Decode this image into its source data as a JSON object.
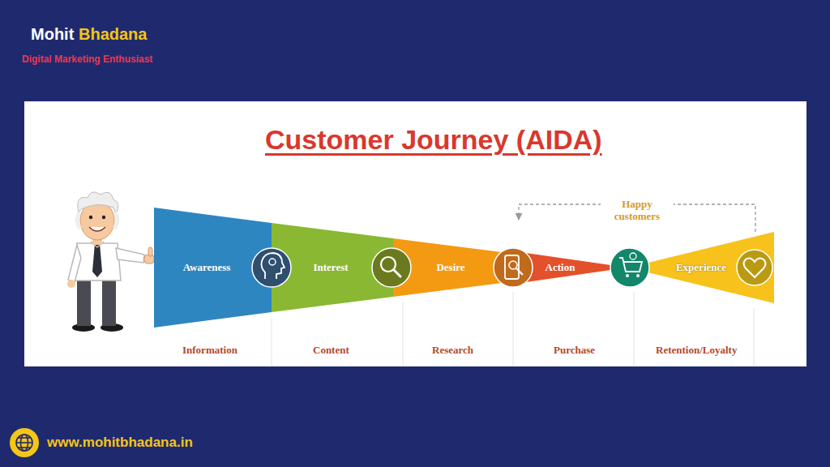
{
  "diagram": {
    "title": "Customer Journey (AIDA)",
    "nodes": [
      {
        "text": [
          "Awareness"
        ]
      },
      {
        "text": [
          "Interest"
        ]
      },
      {
        "text": [
          "Desire"
        ]
      },
      {
        "text": [
          "Action"
        ]
      },
      {
        "text": [
          "Experience"
        ]
      }
    ],
    "edges": [
      {
        "from": 4,
        "to": 3,
        "arrow": "to",
        "label": "Happy customers"
      }
    ],
    "labels": [
      "Mohit",
      "Bhadana",
      "Digital Marketing Enthusiast",
      "Information",
      "Content",
      "Research",
      "Purchase",
      "Retention/Loyalty",
      "www.mohitbhadana.in"
    ]
  }
}
